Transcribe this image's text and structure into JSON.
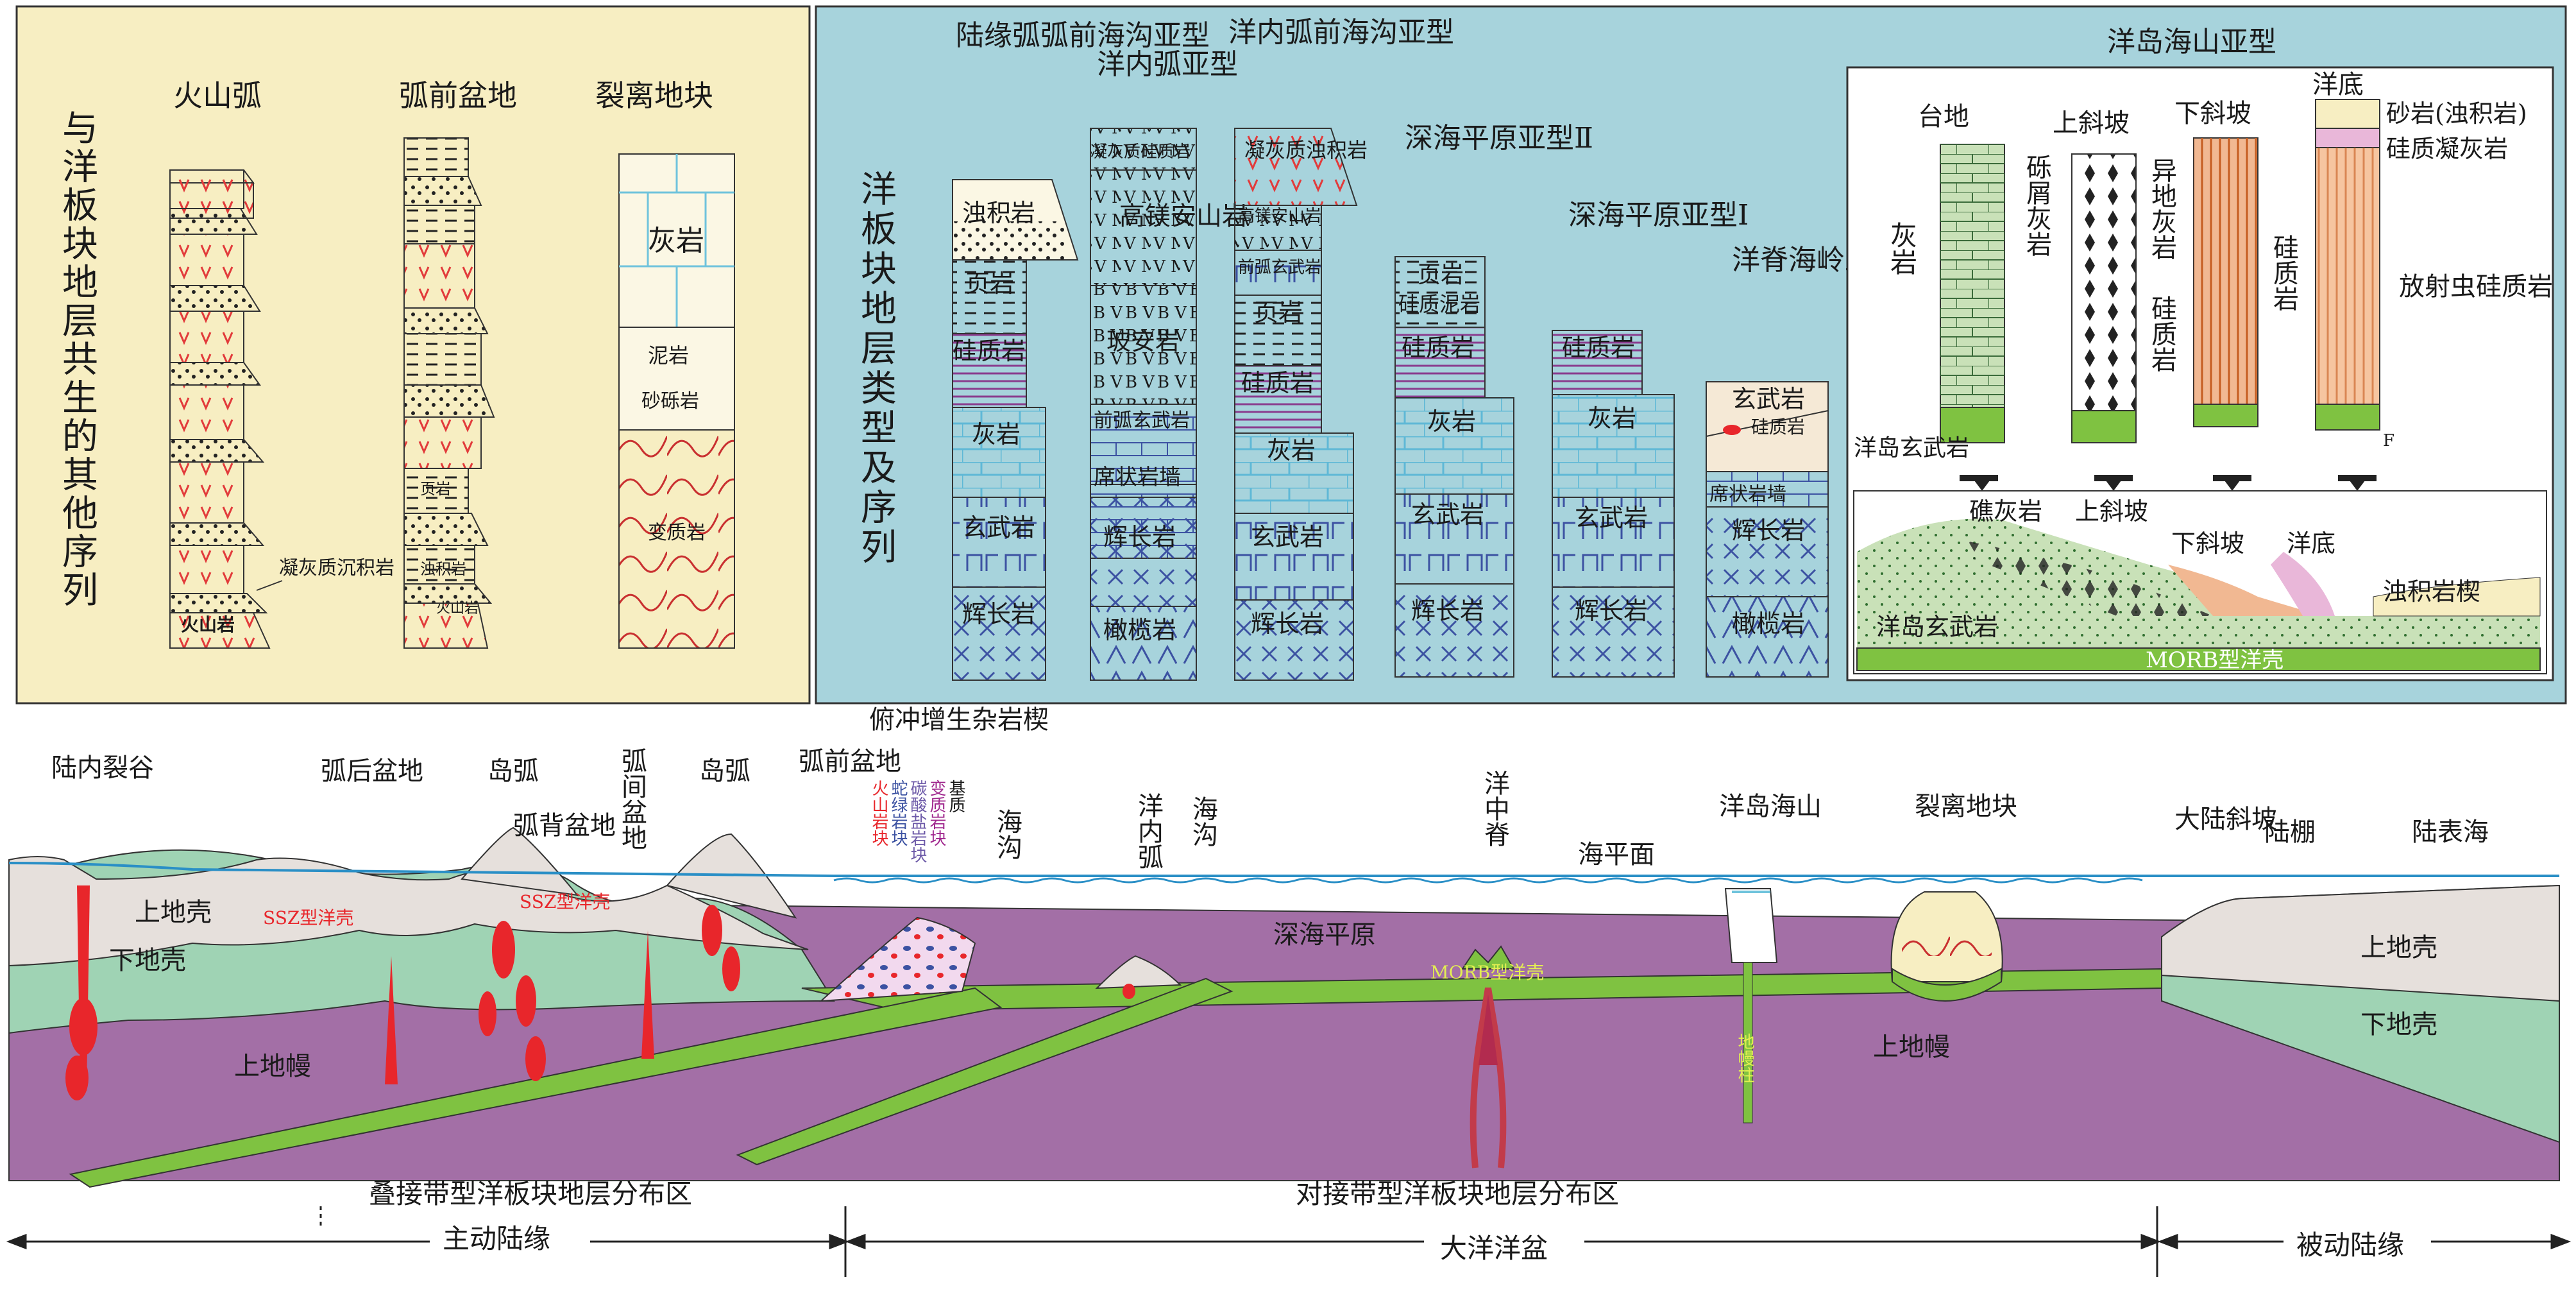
{
  "colors": {
    "left_panel_bg": "#f7eec2",
    "right_panel_bg": "#a7d3dc",
    "upper_crust": "#e6e0dc",
    "lower_crust": "#9fd3b4",
    "mantle": "#a36fa6",
    "oceanic_crust": "#7fc241",
    "sea_line": "#2a8fc6",
    "magma": "#e8262b",
    "volcanic_v": "#e23b3b",
    "limestone": "#6fc3dc",
    "gabbro": "#3c52a2",
    "basalt": "#3c52a2"
  },
  "left_panel": {
    "title": "与洋板块地层共生的其他序列",
    "columns": [
      "火山弧",
      "弧前盆地",
      "裂离地块"
    ],
    "labels": {
      "tuff_sediment": "凝灰质沉积岩",
      "volcanic_rock_1": "火山岩",
      "shale": "页岩",
      "turbidite": "浊积岩",
      "volcanic_rock_2": "火山岩",
      "limestone": "灰岩",
      "mudstone": "泥岩",
      "sandstone": "砂砾岩",
      "metamorphic": "变质岩"
    }
  },
  "right_panel": {
    "title": "洋板块地层类型及序列",
    "columns": [
      {
        "name": "陆缘弧弧前海沟亚型",
        "layers": [
          "浊积岩",
          "页岩",
          "硅质岩",
          "灰岩",
          "玄武岩",
          "辉长岩"
        ]
      },
      {
        "name": "洋内弧亚型",
        "layers": [
          "凝灰质硅质岩",
          "高镁安山岩",
          "玻安岩",
          "前弧玄武岩",
          "席状岩墙",
          "辉长岩",
          "橄榄岩"
        ]
      },
      {
        "name": "洋内弧前海沟亚型",
        "layers": [
          "凝灰质浊积岩",
          "高镁安山岩",
          "前弧玄武岩",
          "页岩",
          "硅质岩",
          "灰岩",
          "玄武岩",
          "辉长岩"
        ]
      },
      {
        "name": "深海平原亚型Ⅱ",
        "layers": [
          "页岩",
          "硅质泥岩",
          "硅质岩",
          "灰岩",
          "玄武岩",
          "辉长岩"
        ]
      },
      {
        "name": "深海平原亚型Ⅰ",
        "layers": [
          "硅质岩",
          "灰岩",
          "玄武岩",
          "辉长岩"
        ]
      },
      {
        "name": "洋脊海岭亚型",
        "layers": [
          "玄武岩",
          "硅质岩",
          "席状岩墙",
          "辉长岩",
          "橄榄岩"
        ]
      }
    ],
    "seamount": {
      "title": "洋岛海山亚型",
      "columns": [
        "台地",
        "上斜坡",
        "下斜坡",
        "洋底"
      ],
      "labels": {
        "limestone": "灰岩",
        "oib": "洋岛玄武岩",
        "breccia_ls": "砾屑灰岩",
        "exotic_ls": "异地灰岩",
        "chert": "硅质岩",
        "chert2": "硅质岩",
        "sandstone": "砂岩(浊积岩)",
        "siliceous_tuff": "硅质凝灰岩",
        "radiolarite": "放射虫硅质岩",
        "f_mark": "F",
        "reef": "礁灰岩",
        "upper_slope": "上斜坡",
        "lower_slope": "下斜坡",
        "ocean_floor": "洋底",
        "turbidite_wedge": "浊积岩楔",
        "oib2": "洋岛玄武岩",
        "morb": "MORB型洋壳"
      }
    }
  },
  "section": {
    "labels": {
      "rift": "陆内裂谷",
      "backarc": "弧后盆地",
      "island_arc_1": "岛弧",
      "backarc_basin": "弧背盆地",
      "interarc": "弧间盆地",
      "island_arc_2": "岛弧",
      "forearc": "弧前盆地",
      "accretion": "俯冲增生杂岩楔",
      "volcanic_block": "火山岩块",
      "serpentinite": "蛇绿岩块",
      "carbonate": "碳酸盐岩块",
      "meta_block": "变质岩块",
      "matrix": "基质",
      "trench_1": "海沟",
      "intra_arc": "洋内弧",
      "trench_2": "海沟",
      "ridge": "洋中脊",
      "sea_level": "海平面",
      "seamount": "洋岛海山",
      "rifted_block": "裂离地块",
      "slope": "大陆斜坡",
      "shelf": "陆棚",
      "epicontinental": "陆表海",
      "abyssal": "深海平原",
      "upper_crust_l": "上地壳",
      "lower_crust_l": "下地壳",
      "upper_mantle_l": "上地幔",
      "ssz_1": "SSZ型洋壳",
      "ssz_2": "SSZ型洋壳",
      "morb": "MORB型洋壳",
      "plume": "地幔柱",
      "upper_mantle_r": "上地幔",
      "upper_crust_r": "上地壳",
      "lower_crust_r": "下地壳"
    },
    "zones": {
      "overlap": "叠接带型洋板块地层分布区",
      "docking": "对接带型洋板块地层分布区",
      "active": "主动陆缘",
      "ocean": "大洋洋盆",
      "passive": "被动陆缘"
    }
  }
}
